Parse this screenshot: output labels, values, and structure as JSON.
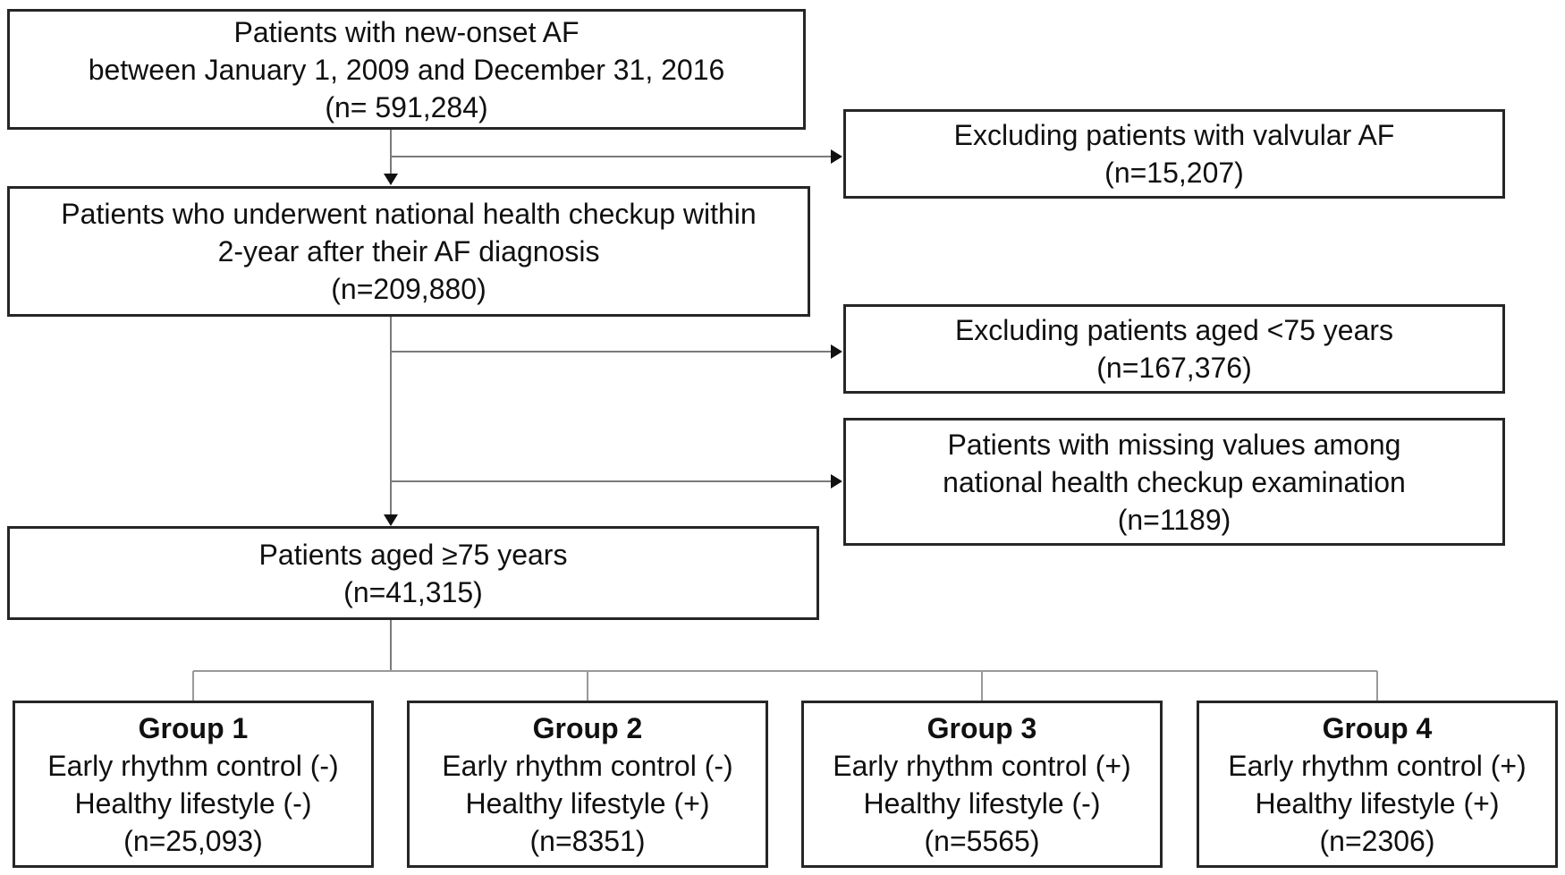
{
  "figure_title": "Patient selection flowchart for new-onset AF study",
  "colors": {
    "border": "#262626",
    "connector": "#7a7a7a",
    "rail": "#999999",
    "arrow": "#111111",
    "text": "#101010",
    "background": "#ffffff"
  },
  "boxes": {
    "new_onset": {
      "lines": [
        "Patients with new-onset AF",
        "between January 1, 2009 and December 31, 2016",
        "(n= 591,284)"
      ]
    },
    "checkup": {
      "lines": [
        "Patients who underwent national health checkup within",
        "2-year after their AF diagnosis",
        "(n=209,880)"
      ]
    },
    "aged75": {
      "lines": [
        "Patients aged ≥75 years",
        "(n=41,315)"
      ]
    },
    "excl_valvular": {
      "lines": [
        "Excluding patients with valvular AF",
        "(n=15,207)"
      ]
    },
    "excl_age": {
      "lines": [
        "Excluding patients aged <75 years",
        "(n=167,376)"
      ]
    },
    "missing_values": {
      "lines": [
        "Patients with missing values among",
        "national health checkup examination",
        "(n=1189)"
      ]
    },
    "group1": {
      "title": "Group 1",
      "lines": [
        "Early rhythm control (-)",
        "Healthy lifestyle (-)",
        "(n=25,093)"
      ]
    },
    "group2": {
      "title": "Group 2",
      "lines": [
        "Early rhythm control (-)",
        "Healthy lifestyle (+)",
        "(n=8351)"
      ]
    },
    "group3": {
      "title": "Group 3",
      "lines": [
        "Early rhythm control (+)",
        "Healthy lifestyle (-)",
        "(n=5565)"
      ]
    },
    "group4": {
      "title": "Group 4",
      "lines": [
        "Early rhythm control (+)",
        "Healthy lifestyle (+)",
        "(n=2306)"
      ]
    }
  }
}
